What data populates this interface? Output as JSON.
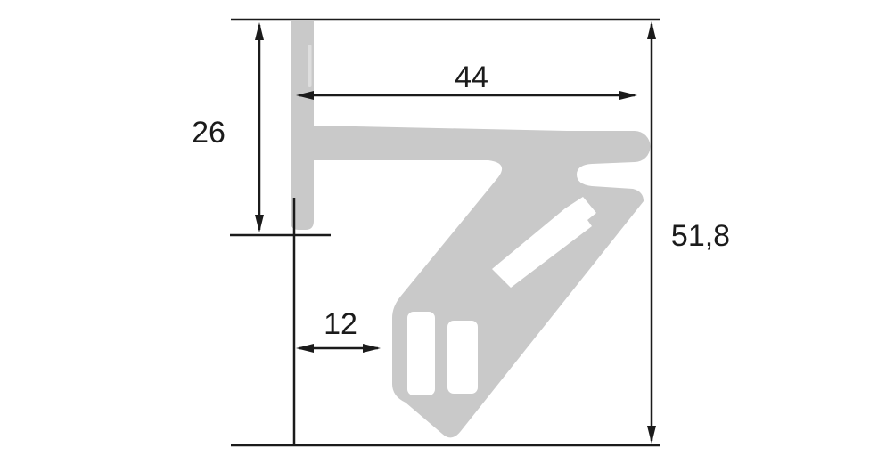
{
  "colors": {
    "profile_fill": "#c9c9c9",
    "groove_fill": "#dedede",
    "line_color": "#1b1b1b",
    "background": "#ffffff"
  },
  "dimensions": {
    "arm_width": {
      "label": "44"
    },
    "plate_height": {
      "label": "26"
    },
    "overall_height": {
      "label": "51,8"
    },
    "foot_offset": {
      "label": "12"
    }
  }
}
